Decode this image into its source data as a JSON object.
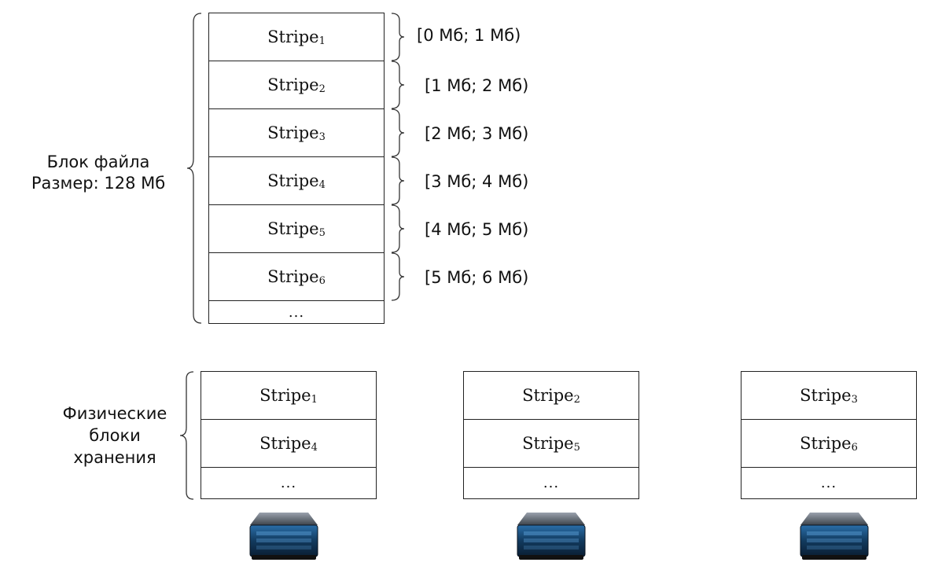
{
  "file_block": {
    "title": "Блок файла",
    "size_label": "Размер: 128 Мб",
    "stripes": [
      {
        "name": "Stripe",
        "index": "1",
        "range": "[0 Мб; 1 Мб)"
      },
      {
        "name": "Stripe",
        "index": "2",
        "range": "[1 Мб; 2 Мб)"
      },
      {
        "name": "Stripe",
        "index": "3",
        "range": "[2 Мб; 3 Мб)"
      },
      {
        "name": "Stripe",
        "index": "4",
        "range": "[3 Мб; 4 Мб)"
      },
      {
        "name": "Stripe",
        "index": "5",
        "range": "[4 Мб; 5 Мб)"
      },
      {
        "name": "Stripe",
        "index": "6",
        "range": "[5 Мб; 6 Мб)"
      }
    ],
    "ellipsis": "..."
  },
  "physical_blocks": {
    "label_lines": [
      "Физические",
      "блоки",
      "хранения"
    ],
    "nodes": [
      {
        "stripes": [
          {
            "name": "Stripe",
            "index": "1"
          },
          {
            "name": "Stripe",
            "index": "4"
          }
        ],
        "ellipsis": "..."
      },
      {
        "stripes": [
          {
            "name": "Stripe",
            "index": "2"
          },
          {
            "name": "Stripe",
            "index": "5"
          }
        ],
        "ellipsis": "..."
      },
      {
        "stripes": [
          {
            "name": "Stripe",
            "index": "3"
          },
          {
            "name": "Stripe",
            "index": "6"
          }
        ],
        "ellipsis": "..."
      }
    ]
  },
  "icons": {
    "server": "server-icon",
    "brace": "curly-brace-icon"
  }
}
